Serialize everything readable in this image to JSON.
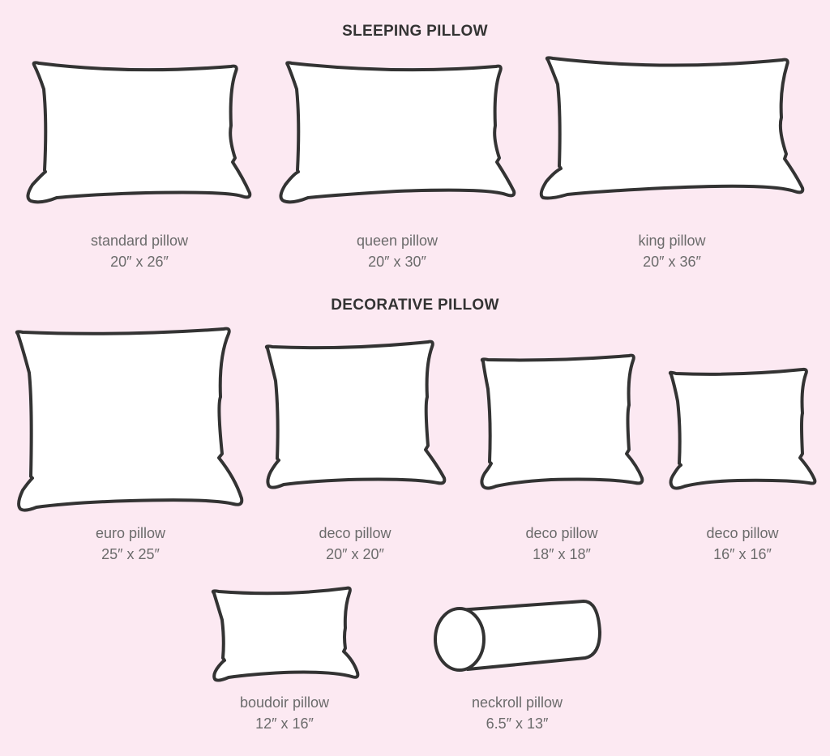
{
  "sections": {
    "sleeping": {
      "title": "SLEEPING PILLOW"
    },
    "decorative": {
      "title": "DECORATIVE PILLOW"
    }
  },
  "pillows": {
    "standard": {
      "name": "standard pillow",
      "size": "20″ x 26″"
    },
    "queen": {
      "name": "queen pillow",
      "size": "20″ x 30″"
    },
    "king": {
      "name": "king pillow",
      "size": "20″ x 36″"
    },
    "euro": {
      "name": "euro pillow",
      "size": "25″ x 25″"
    },
    "deco20": {
      "name": "deco pillow",
      "size": "20″ x 20″"
    },
    "deco18": {
      "name": "deco pillow",
      "size": "18″ x 18″"
    },
    "deco16": {
      "name": "deco pillow",
      "size": "16″ x 16″"
    },
    "boudoir": {
      "name": "boudoir pillow",
      "size": "12″ x 16″"
    },
    "neckroll": {
      "name": "neckroll pillow",
      "size": "6.5″ x 13″"
    }
  },
  "colors": {
    "background": "#fce9f2",
    "outline": "#333333",
    "fill": "#ffffff",
    "text": "#6b6b6b"
  }
}
